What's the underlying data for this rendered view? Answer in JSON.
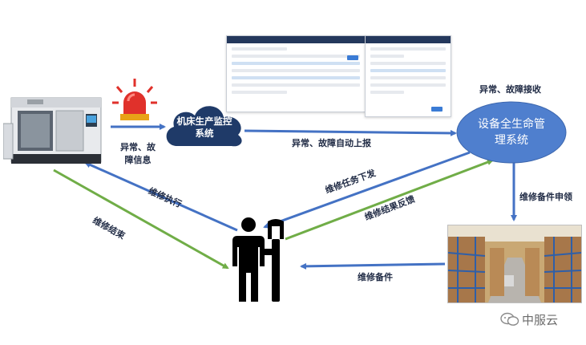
{
  "nodes": {
    "alarm_info": "异常、故\n障信息",
    "monitor": "机床生产监控\n系统",
    "lifecycle": "设备全生命管\n理系统"
  },
  "edges": {
    "auto_report": "异常、故障自动上报",
    "receive": "异常、故障接收",
    "spare_request": "维修备件申领",
    "spare_parts": "维修备件",
    "task_dispatch": "维修任务下发",
    "result_feedback": "维修结果反馈",
    "execute": "维修执行",
    "finish": "维修结束"
  },
  "watermark": "中服云",
  "colors": {
    "blue_arrow": "#4472c4",
    "green_arrow": "#70ad47",
    "cloud": "#1f3a68",
    "lifecycle_ellipse": "#4f7fce"
  },
  "icons": [
    "cnc-machine-image",
    "alarm-light-icon",
    "cloud-icon",
    "worker-wrench-icon",
    "warehouse-image",
    "wechat-icon"
  ]
}
